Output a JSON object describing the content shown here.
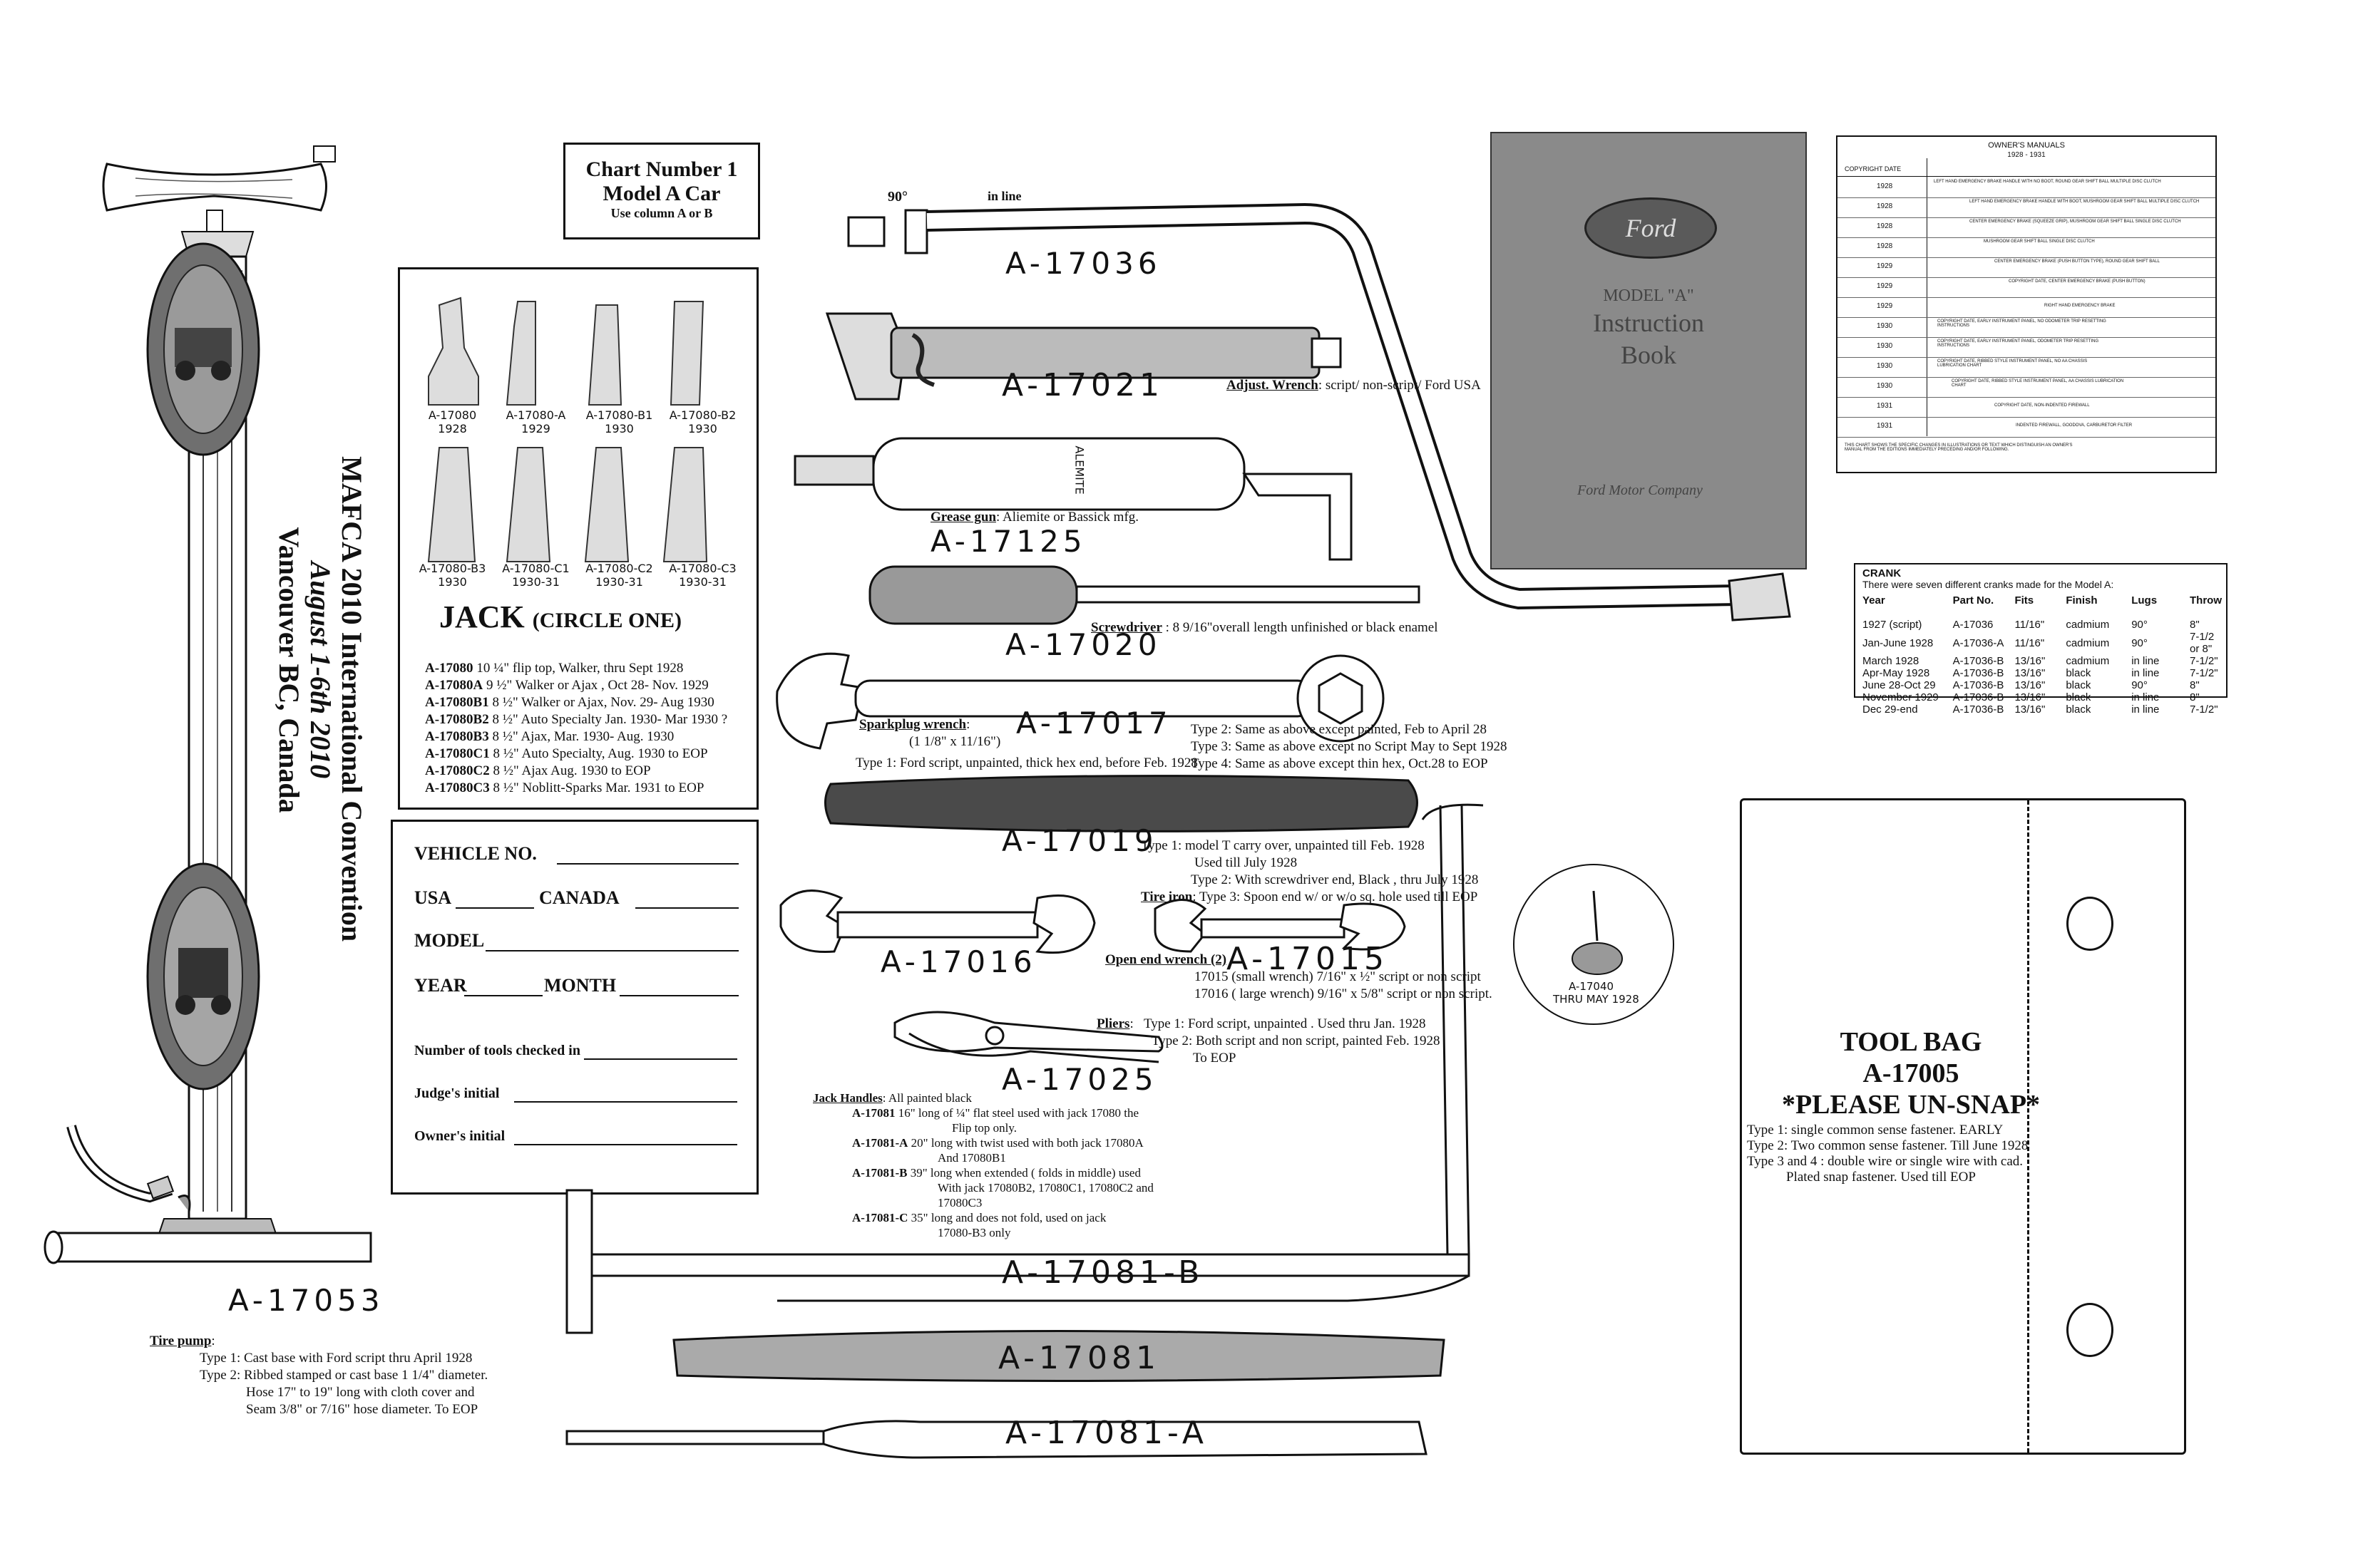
{
  "convention": {
    "line1": "MAFCA   2010 International Convention",
    "line2": "August 1-6th 2010",
    "line3": "Vancouver BC, Canada"
  },
  "chart_title": {
    "line1": "Chart Number 1",
    "line2": "Model A Car",
    "line3": "Use column A or B"
  },
  "jack": {
    "images": [
      {
        "code": "A-17080",
        "year": "1928"
      },
      {
        "code": "A-17080-A",
        "year": "1929"
      },
      {
        "code": "A-17080-B1",
        "year": "1930"
      },
      {
        "code": "A-17080-B2",
        "year": "1930"
      },
      {
        "code": "A-17080-B3",
        "year": "1930"
      },
      {
        "code": "A-17080-C1",
        "year": "1930-31"
      },
      {
        "code": "A-17080-C2",
        "year": "1930-31"
      },
      {
        "code": "A-17080-C3",
        "year": "1930-31"
      }
    ],
    "title": "JACK",
    "title_note": "(CIRCLE ONE)",
    "items": [
      {
        "code": "A-17080",
        "text": " 10 ¼\" flip top, Walker, thru  Sept 1928"
      },
      {
        "code": "A-17080A",
        "text": " 9 ½\" Walker or Ajax , Oct 28- Nov. 1929"
      },
      {
        "code": "A-17080B1",
        "text": " 8 ½\" Walker or Ajax, Nov. 29- Aug 1930"
      },
      {
        "code": "A-17080B2",
        "text": " 8 ½\" Auto Specialty Jan. 1930- Mar 1930 ?"
      },
      {
        "code": "A-17080B3",
        "text": " 8 ½\" Ajax, Mar. 1930- Aug. 1930"
      },
      {
        "code": "A-17080C1",
        "text": " 8 ½\" Auto Specialty, Aug. 1930 to EOP"
      },
      {
        "code": "A-17080C2",
        "text": " 8 ½\" Ajax Aug. 1930 to EOP"
      },
      {
        "code": "A-17080C3",
        "text": " 8 ½\" Noblitt-Sparks Mar. 1931 to EOP"
      }
    ]
  },
  "form": {
    "vehicle_no": "VEHICLE NO.",
    "usa": "USA",
    "canada": "CANADA",
    "model": "MODEL",
    "year": "YEAR",
    "month": "MONTH",
    "tools_checked": "Number of tools checked in",
    "judge": "Judge's initial",
    "owner": "Owner's initial"
  },
  "tire_pump": {
    "code": "A-17053",
    "label": "Tire pump",
    "type1": "Type 1: Cast base with Ford script thru April 1928",
    "type2a": "Type 2: Ribbed stamped or cast base 1 1/4\" diameter.",
    "type2b": "Hose 17\" to 19\" long with cloth cover and",
    "type2c": "Seam 3/8\" or 7/16\" hose diameter. To EOP"
  },
  "crank": {
    "code": "A-17036",
    "deg90": "90°",
    "inline": "in line",
    "title": "CRANK",
    "subtitle": "There were seven different cranks made for the Model A:",
    "headers": [
      "Year",
      "Part No.",
      "Fits",
      "Finish",
      "Lugs",
      "Throw"
    ],
    "rows": [
      [
        "1927 (script)",
        "A-17036",
        "11/16\"",
        "cadmium",
        "90°",
        "8\""
      ],
      [
        "Jan-June 1928",
        "A-17036-A",
        "11/16\"",
        "cadmium",
        "90°",
        "7-1/2 or 8\""
      ],
      [
        "March 1928",
        "A-17036-B",
        "13/16\"",
        "cadmium",
        "in line",
        "7-1/2\""
      ],
      [
        "Apr-May 1928",
        "A-17036-B",
        "13/16\"",
        "black",
        "in line",
        "7-1/2\""
      ],
      [
        "June 28-Oct 29",
        "A-17036-B",
        "13/16\"",
        "black",
        "90°",
        "8\""
      ],
      [
        "November 1929",
        "A-17036-B",
        "13/16\"",
        "black",
        "in line",
        "8\""
      ],
      [
        "Dec 29-end",
        "A-17036-B",
        "13/16\"",
        "black",
        "in line",
        "7-1/2\""
      ]
    ]
  },
  "wrench": {
    "code": "A-17021",
    "label": "Adjust. Wrench",
    "desc": ": script/ non-script/ Ford USA"
  },
  "grease_gun": {
    "code": "A-17125",
    "label": "Grease gun",
    "desc": ": Aliemite or Bassick mfg.",
    "stamp": "ALEMITE"
  },
  "screwdriver": {
    "code": "A-17020",
    "label": "Screwdriver",
    "desc": " : 8 9/16\"overall length unfinished or black enamel"
  },
  "sparkplug": {
    "code": "A-17017",
    "label": "Sparkplug wrench",
    "size": "(1 1/8\" x 11/16\")",
    "type1": "Type 1: Ford script, unpainted, thick hex end, before  Feb. 1928",
    "type2": "Type 2: Same as above except painted, Feb to April 28",
    "type3": "Type 3: Same as above except no Script May to Sept 1928",
    "type4": "Type 4: Same as above except thin hex, Oct.28 to EOP"
  },
  "tire_iron": {
    "code": "A-17019",
    "label": "Tire iron",
    "type1a": "Type 1: model T carry over, unpainted till Feb. 1928",
    "type1b": "Used till July 1928",
    "type2": "Type 2: With screwdriver end, Black , thru July 1928",
    "type3": ": Type 3: Spoon end w/ or w/o sq. hole used till EOP"
  },
  "open_end": {
    "code_small": "A-17016",
    "code_big": "A-17015",
    "label": "Open end wrench (2)",
    "line1": "17015 (small wrench) 7/16\" x ½\" script or non script",
    "line2": "17016 ( large wrench) 9/16\" x 5/8\" script or non script."
  },
  "pliers": {
    "code": "A-17025",
    "label": "Pliers",
    "type1": "Type 1: Ford script, unpainted . Used thru Jan. 1928",
    "type2": "Type 2: Both script and non script, painted Feb. 1928",
    "type2b": "To EOP"
  },
  "oil_can": {
    "code": "A-17040",
    "note": "THRU MAY 1928"
  },
  "jack_handles": {
    "title": "Jack Handles",
    "title_desc": ": All painted black",
    "items": [
      {
        "code": "A-17081",
        "l1": " 16\" long of ¼\" flat steel used with jack 17080 the",
        "l2": "Flip top only.",
        "l3": ""
      },
      {
        "code": "A-17081-A",
        "l1": "  20\" long with twist used with both jack 17080A",
        "l2": "And 17080B1",
        "l3": ""
      },
      {
        "code": "A-17081-B",
        "l1": "  39\" long  when extended ( folds in middle) used",
        "l2": "With jack 17080B2, 17080C1, 17080C2 and",
        "l3": "17080C3"
      },
      {
        "code": "A-17081-C",
        "l1": " 35\" long and does not fold, used on jack",
        "l2": "17080-B3 only",
        "l3": ""
      }
    ],
    "label_b": "A-17081-B",
    "label_main": "A-17081",
    "label_a": "A-17081-A"
  },
  "tool_bag": {
    "title": "TOOL BAG",
    "code": "A-17005",
    "unsnap": "*PLEASE UN-SNAP*",
    "type1": "Type 1: single common sense fastener. EARLY",
    "type2": "Type 2: Two common sense fastener. Till June 1928",
    "type34": "Type 3 and 4 : double wire or single wire with cad.",
    "plated": "Plated snap fastener. Used till EOP"
  },
  "book": {
    "brand": "Ford",
    "model": "MODEL \"A\"",
    "title1": "Instruction",
    "title2": "Book",
    "footer": "Ford Motor Company"
  },
  "manuals": {
    "title": "OWNER'S MANUALS",
    "range": "1928 - 1931",
    "col_copyright": "COPYRIGHT DATE",
    "rows": [
      {
        "year": "1928",
        "note": "LEFT HAND EMERGENCY BRAKE HANDLE WITH NO BOOT, ROUND GEAR SHIFT BALL MULTIPLE DISC CLUTCH"
      },
      {
        "year": "1928",
        "note": "LEFT HAND EMERGENCY BRAKE HANDLE WITH BOOT, MUSHROOM GEAR SHIFT BALL MULTIPLE DISC CLUTCH"
      },
      {
        "year": "1928",
        "note": "CENTER EMERGENCY BRAKE (SQUEEZE GRIP), MUSHROOM GEAR SHIFT BALL SINGLE DISC CLUTCH"
      },
      {
        "year": "1928",
        "note": "MUSHROOM GEAR SHIFT BALL SINGLE DISC CLUTCH"
      },
      {
        "year": "1929",
        "note": "CENTER EMERGENCY BRAKE (PUSH BUTTON TYPE), ROUND GEAR SHIFT BALL"
      },
      {
        "year": "1929",
        "note": "COPYRIGHT DATE, CENTER EMERGENCY BRAKE (PUSH BUTTON)"
      },
      {
        "year": "1929",
        "note": "RIGHT HAND EMERGENCY BRAKE"
      },
      {
        "year": "1930",
        "note": "COPYRIGHT DATE, EARLY INSTRUMENT PANEL, NO ODOMETER TRIP RESETTING INSTRUCTIONS"
      },
      {
        "year": "1930",
        "note": "COPYRIGHT DATE, EARLY INSTRUMENT PANEL, ODOMETER TRIP RESETTING INSTRUCTIONS"
      },
      {
        "year": "1930",
        "note": "COPYRIGHT DATE, RIBBED STYLE INSTRUMENT PANEL, NO AA CHASSIS LUBRICATION CHART"
      },
      {
        "year": "1930",
        "note": "COPYRIGHT DATE, RIBBED STYLE INSTRUMENT PANEL, AA CHASSIS LUBRICATION CHART"
      },
      {
        "year": "1931",
        "note": "COPYRIGHT DATE, NON-INDENTED FIREWALL"
      },
      {
        "year": "1931",
        "note": "INDENTED FIREWALL, GOODOVA, CARBURETOR FILTER"
      }
    ],
    "footnote": "THIS CHART SHOWS THE SPECIFIC CHANGES IN ILLUSTRATIONS OR TEXT WHICH DISTINGUISH AN OWNER'S MANUAL FROM THE EDITIONS IMMEDIATELY PRECEDING AND/OR FOLLOWING."
  },
  "colors": {
    "ink": "#111111",
    "book": "#8a8a8a",
    "emblem": "#6f6f6f"
  }
}
